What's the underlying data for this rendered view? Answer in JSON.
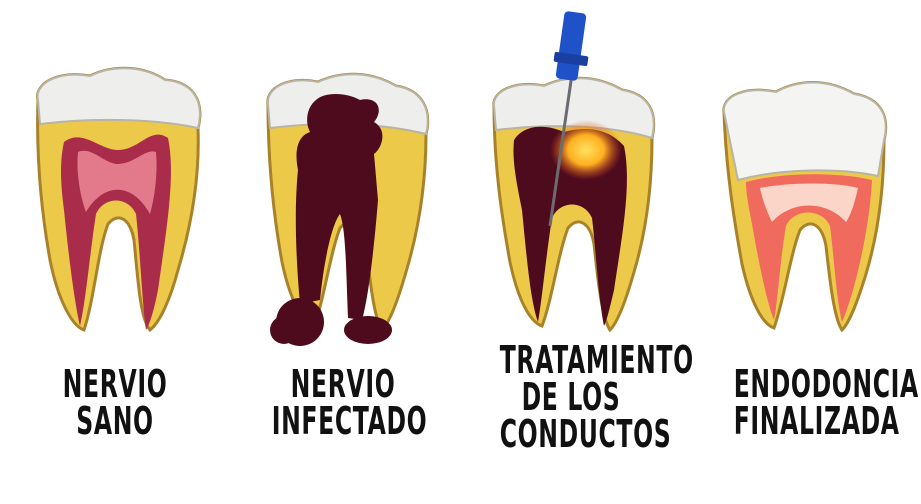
{
  "stages": [
    {
      "line1": "NERVIO",
      "line2": "SANO"
    },
    {
      "line1": "NERVIO",
      "line2": "INFECTADO"
    },
    {
      "line1": "TRATAMIENTO",
      "line2": "DE LOS",
      "line3": "CONDUCTOS"
    },
    {
      "line1": "ENDODONCIA",
      "line2": "FINALIZADA"
    }
  ],
  "colors": {
    "enamel": "#eeeeec",
    "dentin": "#ecc948",
    "dentin_edge": "#a8822a",
    "pulp_healthy": "#a92c4a",
    "pulp_healthy_core": "#e27a8c",
    "pulp_infected": "#4f0b1e",
    "file_handle": "#1f52c8",
    "glow": "#ffb020",
    "filling": "#f06a5e",
    "filling_light": "#fbd6c8"
  },
  "icons": [
    "healthy-tooth-icon",
    "infected-tooth-icon",
    "root-canal-tooth-icon",
    "finished-tooth-icon",
    "endodontic-file-icon"
  ]
}
